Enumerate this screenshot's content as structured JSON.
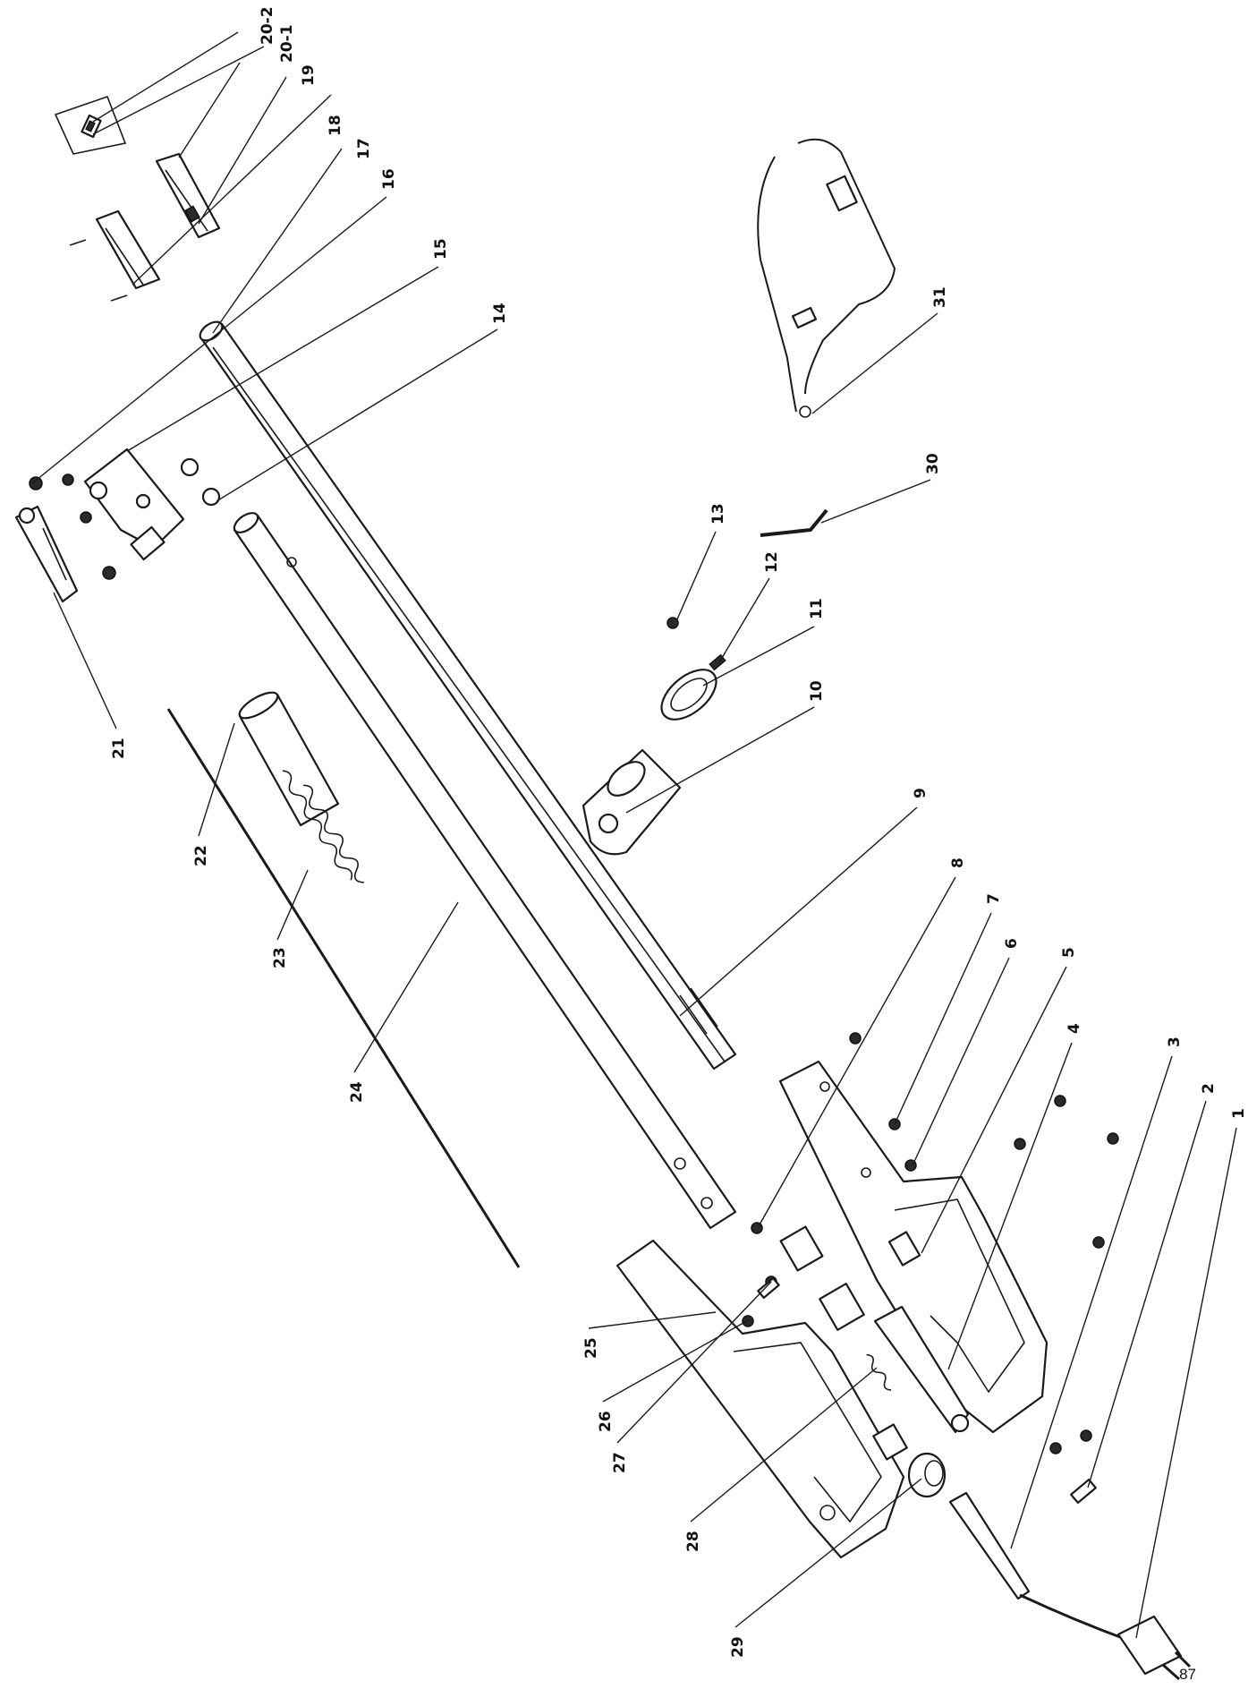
{
  "page_number": "87",
  "callouts": [
    "1",
    "2",
    "3",
    "4",
    "5",
    "6",
    "7",
    "8",
    "9",
    "10",
    "11",
    "12",
    "13",
    "14",
    "15",
    "16",
    "17",
    "18",
    "19",
    "20-1",
    "20-2",
    "21",
    "22",
    "23",
    "24",
    "25",
    "26",
    "27",
    "28",
    "29",
    "30",
    "31"
  ]
}
